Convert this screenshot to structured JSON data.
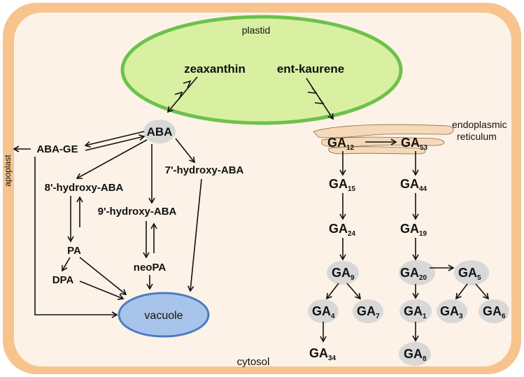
{
  "compartments": {
    "cytosol": "cytosol",
    "plastid": "plastid",
    "apoplast": "apoplast",
    "er": [
      "endoplasmic",
      "reticulum"
    ],
    "vacuole": "vacuole"
  },
  "aba": {
    "zeaxanthin": "zeaxanthin",
    "aba": "ABA",
    "aba_ge": "ABA-GE",
    "hydroxy8": "8'-hydroxy-ABA",
    "hydroxy9": "9'-hydroxy-ABA",
    "hydroxy7": "7'-hydroxy-ABA",
    "pa": "PA",
    "dpa": "DPA",
    "neopa": "neoPA"
  },
  "ga": {
    "ent_kaurene": "ent-kaurene",
    "prefix": "GA",
    "nodes": {
      "ga12": "12",
      "ga53": "53",
      "ga15": "15",
      "ga44": "44",
      "ga24": "24",
      "ga19": "19",
      "ga9": "9",
      "ga20": "20",
      "ga5": "5",
      "ga4": "4",
      "ga7": "7",
      "ga1": "1",
      "ga3": "3",
      "ga6": "6",
      "ga34": "34",
      "ga8": "8"
    },
    "highlighted": [
      "ga9",
      "ga20",
      "ga5",
      "ga4",
      "ga7",
      "ga1",
      "ga3",
      "ga6",
      "ga8"
    ]
  },
  "colors": {
    "cell_wall": "#f7c48e",
    "cytosol_fill": "#fdf2e7",
    "plastid_fill": "#d9f0a3",
    "plastid_border": "#6cc24a",
    "vacuole_fill": "#a9c4ea",
    "vacuole_border": "#4a7cc4",
    "node_bubble": "#d8d8d8",
    "er_fill": "#f6d9b8",
    "er_border": "#8a6a4a"
  }
}
